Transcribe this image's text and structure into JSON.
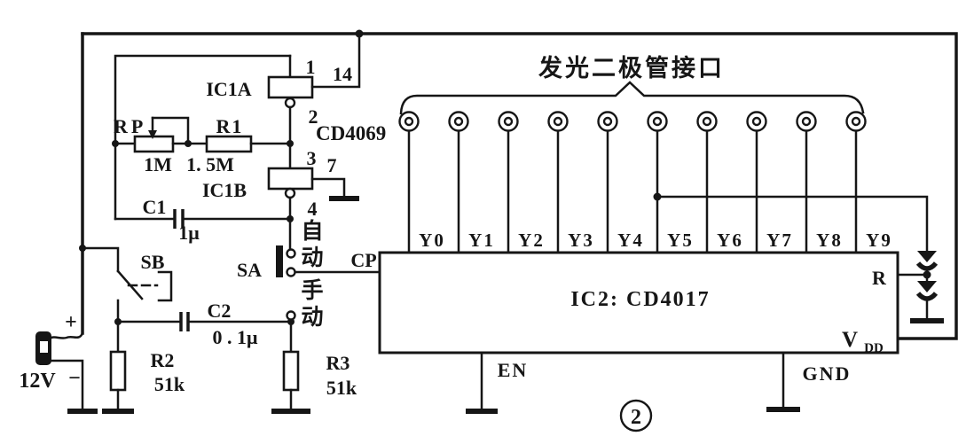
{
  "figure": {
    "number": "2"
  },
  "led_interface": {
    "label": "发光二极管接口"
  },
  "power": {
    "plus": "+",
    "voltage": "12V",
    "minus": "−"
  },
  "ic1": {
    "label_a": "IC1A",
    "label_b": "IC1B",
    "chip": "CD4069",
    "pin1": "1",
    "pin2": "2",
    "pin3": "3",
    "pin4": "4",
    "pin7": "7",
    "pin14": "14"
  },
  "components": {
    "rp_label": "RP",
    "rp_value": "1M",
    "r1_label": "R1",
    "r1_value": "1. 5M",
    "r2_label": "R2",
    "r2_value": "51k",
    "r3_label": "R3",
    "r3_value": "51k",
    "c1_label": "C1",
    "c1_value": "1μ",
    "c2_label": "C2",
    "c2_value": "0 . 1μ",
    "sb_label": "SB",
    "sa_label": "SA"
  },
  "switch_sa": {
    "auto_char1": "自",
    "auto_char2": "动",
    "manual_char1": "手",
    "manual_char2": "动"
  },
  "ic2": {
    "label": "IC2: CD4017",
    "cp": "CP",
    "en": "EN",
    "gnd": "GND",
    "reset": "R",
    "vdd_base": "V",
    "vdd_sub": "DD",
    "outputs": [
      "Y0",
      "Y1",
      "Y2",
      "Y3",
      "Y4",
      "Y5",
      "Y6",
      "Y7",
      "Y8",
      "Y9"
    ]
  }
}
